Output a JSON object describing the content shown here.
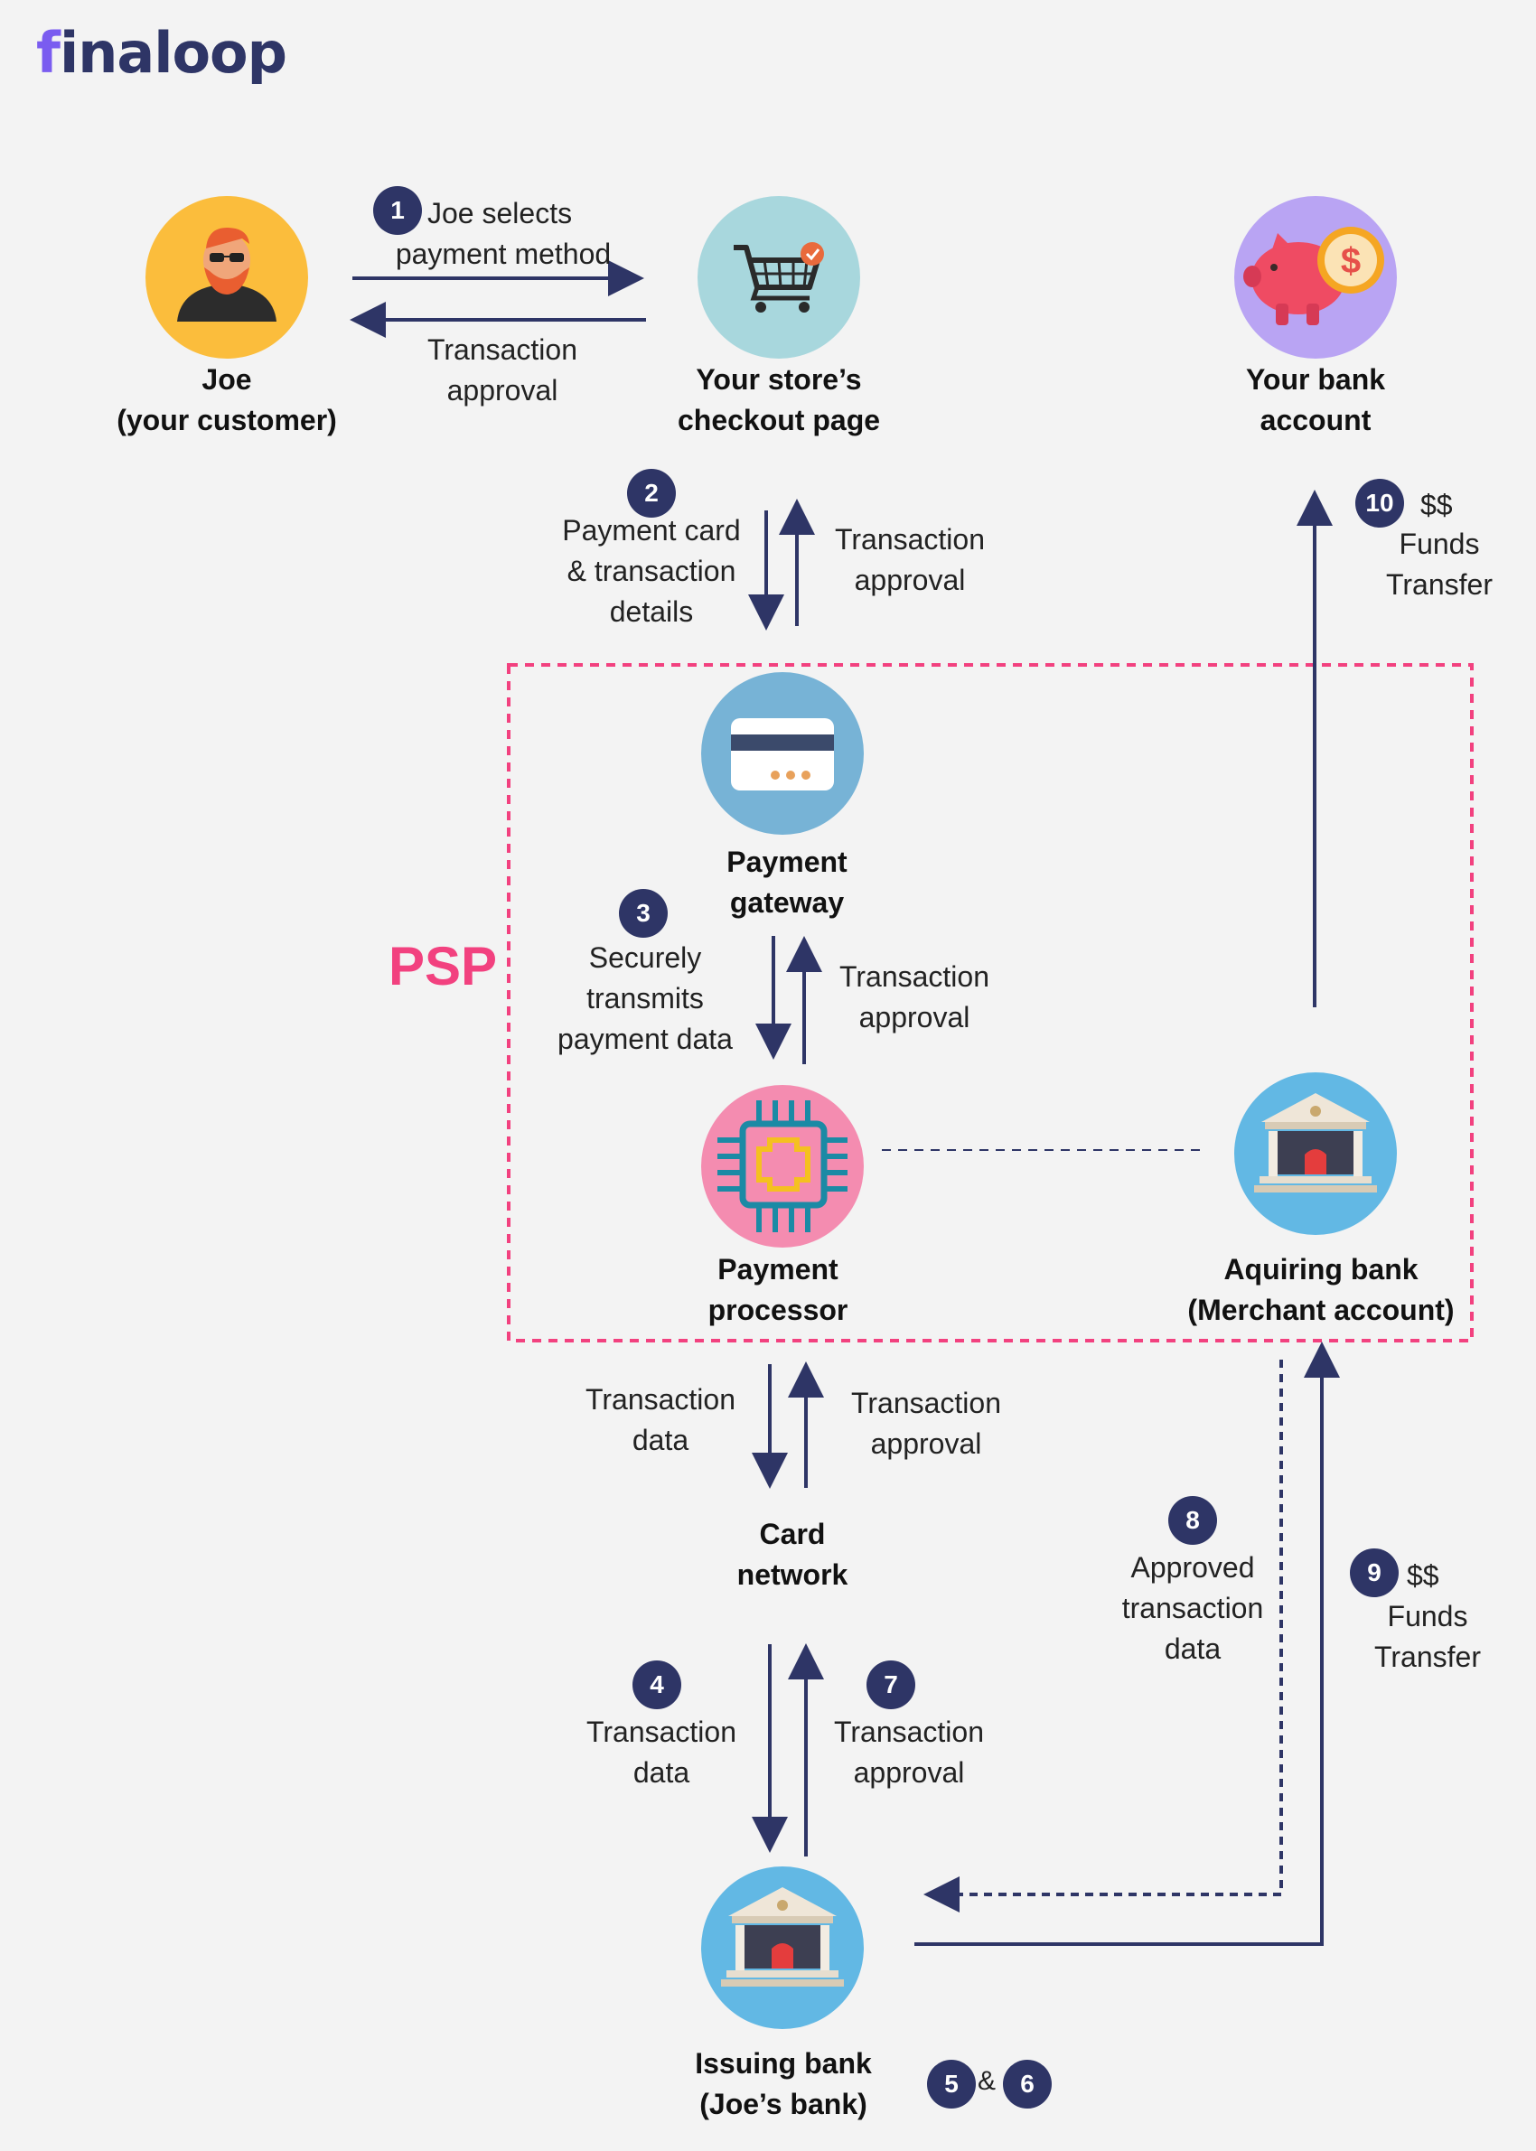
{
  "brand": {
    "logo_text": "finaloop",
    "accent": "#2e3566",
    "psp_color": "#f2417f"
  },
  "nodes": {
    "joe": [
      "Joe",
      "(your customer)"
    ],
    "checkout": [
      "Your store’s",
      "checkout page"
    ],
    "bank_account": [
      "Your bank",
      "account"
    ],
    "gateway": [
      "Payment",
      "gateway"
    ],
    "processor": [
      "Payment",
      "processor"
    ],
    "acquiring": [
      "Aquiring bank",
      "(Merchant account)"
    ],
    "card_network": [
      "Card",
      "network"
    ],
    "issuing": [
      "Issuing bank",
      "(Joe’s bank)"
    ]
  },
  "group": {
    "label": "PSP"
  },
  "steps": {
    "s1": {
      "num": "1",
      "lines": [
        "Joe selects",
        "payment method"
      ]
    },
    "s1_back": {
      "lines": [
        "Transaction",
        "approval"
      ]
    },
    "s2": {
      "num": "2",
      "lines": [
        "Payment card",
        "& transaction",
        "details"
      ]
    },
    "s2_back": {
      "lines": [
        "Transaction",
        "approval"
      ]
    },
    "s3": {
      "num": "3",
      "lines": [
        "Securely",
        "transmits",
        "payment data"
      ]
    },
    "s3_back": {
      "lines": [
        "Transaction",
        "approval"
      ]
    },
    "net_down": {
      "lines": [
        "Transaction",
        "data"
      ]
    },
    "net_up": {
      "lines": [
        "Transaction",
        "approval"
      ]
    },
    "s4": {
      "num": "4",
      "lines": [
        "Transaction",
        "data"
      ]
    },
    "s7": {
      "num": "7",
      "lines": [
        "Transaction",
        "approval"
      ]
    },
    "s8": {
      "num": "8",
      "lines": [
        "Approved",
        "transaction",
        "data"
      ]
    },
    "s9": {
      "num": "9",
      "lines": [
        "$$",
        "Funds",
        "Transfer"
      ]
    },
    "s10": {
      "num": "10",
      "lines": [
        "$$",
        "Funds",
        "Transfer"
      ]
    },
    "s5": {
      "num": "5"
    },
    "s6": {
      "num": "6"
    },
    "amp": "&"
  }
}
